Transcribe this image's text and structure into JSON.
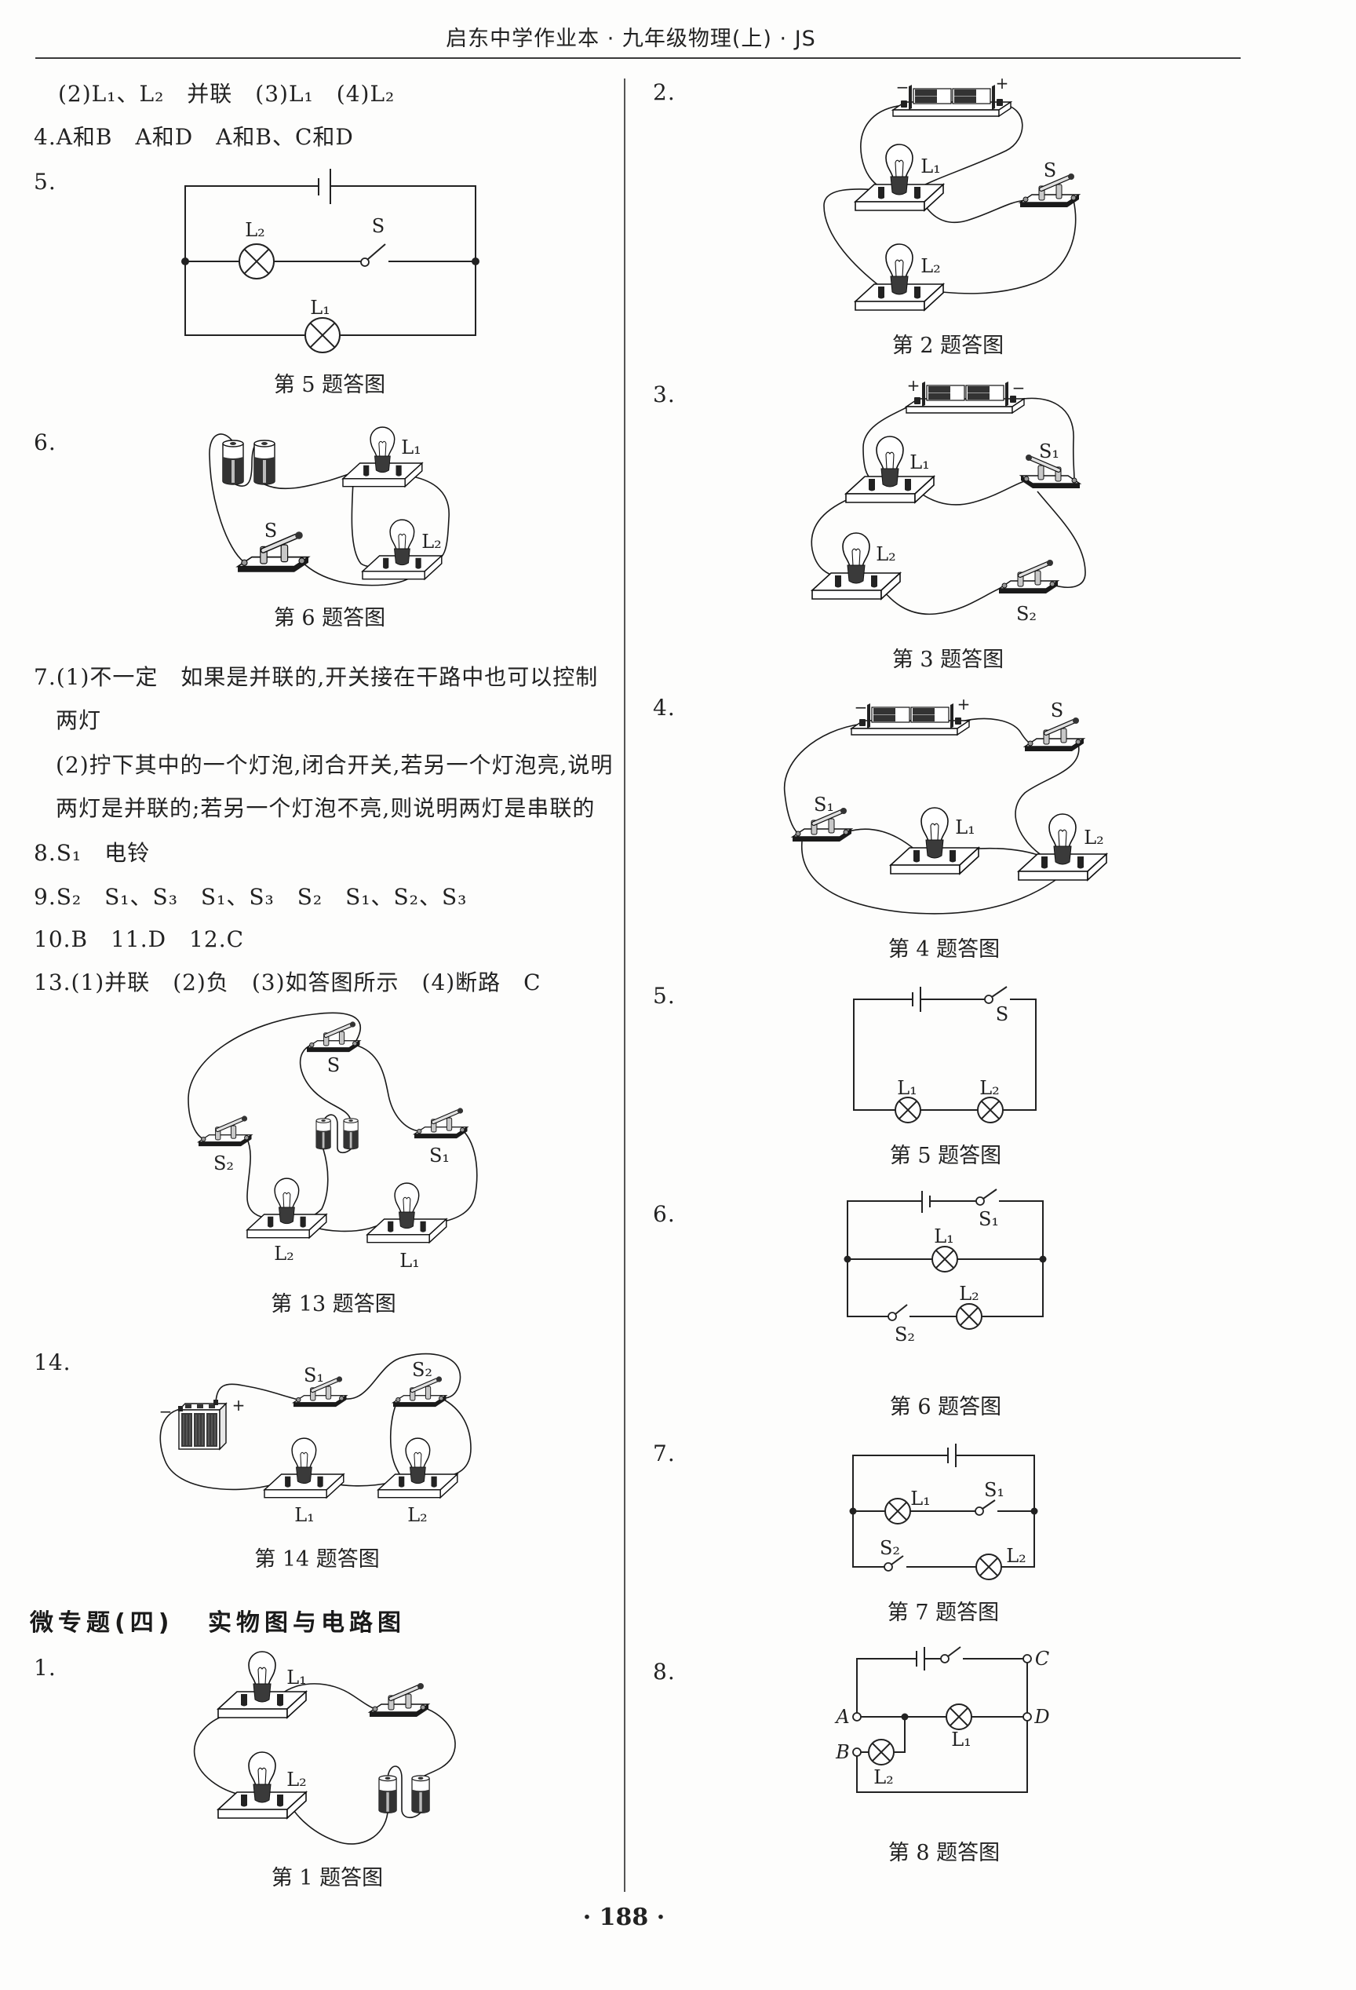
{
  "header": {
    "title": "启东中学作业本 · 九年级物理(上) · JS"
  },
  "left_column": {
    "q3_continued": "(2)L₁、L₂　并联　(3)L₁　(4)L₂",
    "q4": "4.A和B　A和D　A和B、C和D",
    "q5": {
      "number": "5.",
      "caption": "第 5 题答图",
      "labels": {
        "l2": "L₂",
        "s": "S",
        "l1": "L₁"
      }
    },
    "q6": {
      "number": "6.",
      "caption": "第 6 题答图",
      "labels": {
        "l1": "L₁",
        "l2": "L₂",
        "s": "S"
      }
    },
    "q7": {
      "lines": [
        "7.(1)不一定　如果是并联的,开关接在干路中也可以控制",
        "两灯",
        "(2)拧下其中的一个灯泡,闭合开关,若另一个灯泡亮,说明",
        "两灯是并联的;若另一个灯泡不亮,则说明两灯是串联的"
      ]
    },
    "q8": "8.S₁　电铃",
    "q9": "9.S₂　S₁、S₃　S₁、S₃　S₂　S₁、S₂、S₃",
    "q10_12": "10.B　11.D　12.C",
    "q13": {
      "text": "13.(1)并联　(2)负　(3)如答图所示　(4)断路　C",
      "caption": "第 13 题答图",
      "labels": {
        "s": "S",
        "s1": "S₁",
        "s2": "S₂",
        "l1": "L₁",
        "l2": "L₂"
      }
    },
    "q14": {
      "number": "14.",
      "caption": "第 14 题答图",
      "labels": {
        "minus": "−",
        "plus": "+",
        "s1": "S₁",
        "s2": "S₂",
        "l1": "L₁",
        "l2": "L₂"
      }
    }
  },
  "micro_topic": {
    "series": "微专题(四)",
    "title": "实物图与电路图",
    "q1": {
      "number": "1.",
      "caption": "第 1 题答图",
      "labels": {
        "l1": "L₁",
        "l2": "L₂"
      }
    },
    "q2": {
      "number": "2.",
      "caption": "第 2 题答图",
      "labels": {
        "minus": "−",
        "plus": "+",
        "l1": "L₁",
        "l2": "L₂",
        "s": "S"
      }
    },
    "q3": {
      "number": "3.",
      "caption": "第 3 题答图",
      "labels": {
        "plus": "+",
        "minus": "−",
        "l1": "L₁",
        "l2": "L₂",
        "s1": "S₁",
        "s2": "S₂"
      }
    },
    "q4": {
      "number": "4.",
      "caption": "第 4 题答图",
      "labels": {
        "minus": "−",
        "plus": "+",
        "s": "S",
        "s1": "S₁",
        "l1": "L₁",
        "l2": "L₂"
      }
    },
    "q5": {
      "number": "5.",
      "caption": "第 5 题答图",
      "labels": {
        "s": "S",
        "l1": "L₁",
        "l2": "L₂"
      }
    },
    "q6": {
      "number": "6.",
      "caption": "第 6 题答图",
      "labels": {
        "s1": "S₁",
        "l1": "L₁",
        "s2": "S₂",
        "l2": "L₂"
      }
    },
    "q7": {
      "number": "7.",
      "caption": "第 7 题答图",
      "labels": {
        "l1": "L₁",
        "s1": "S₁",
        "s2": "S₂",
        "l2": "L₂"
      }
    },
    "q8": {
      "number": "8.",
      "caption": "第 8 题答图",
      "labels": {
        "a": "A",
        "b": "B",
        "c": "C",
        "d": "D",
        "l1": "L₁",
        "l2": "L₂"
      }
    }
  },
  "page_number": "· 188 ·"
}
